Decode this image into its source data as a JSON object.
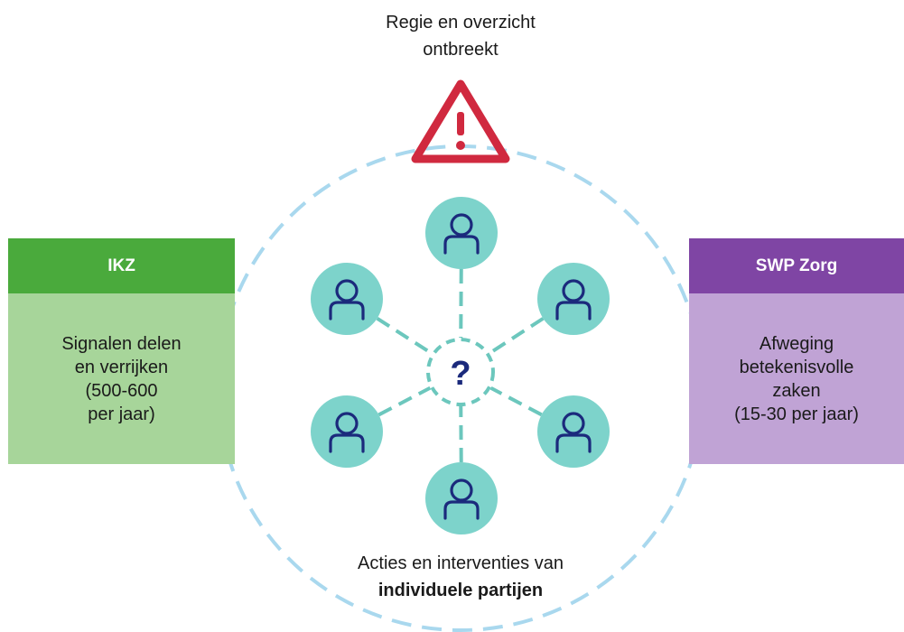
{
  "top_label": {
    "lines": [
      "Regie en overzicht",
      "ontbreekt"
    ]
  },
  "ikz": {
    "title": "IKZ",
    "lines": [
      "Signalen delen",
      "en verrijken",
      "(500-600",
      "per jaar)"
    ]
  },
  "swp": {
    "title": "SWP Zorg",
    "lines": [
      "Afweging",
      "betekenisvolle",
      "zaken",
      "(15-30 per jaar)"
    ]
  },
  "center": {
    "symbol": "?"
  },
  "bottom_label": {
    "line1": "Acties en interventies van",
    "line2_bold": "individuele partijen"
  },
  "icons": {
    "warning": "warning-triangle-icon",
    "person": "person-icon"
  },
  "colors": {
    "ikz_header": "#4aaa3c",
    "ikz_body": "#a7d59a",
    "swp_header": "#7f45a4",
    "swp_body": "#c0a3d5",
    "circle_dash": "#a9d8ee",
    "node_fill": "#7dd3cb",
    "node_icon": "#1b2a7c",
    "connector": "#6cc7bd",
    "warning": "#d0293f"
  }
}
